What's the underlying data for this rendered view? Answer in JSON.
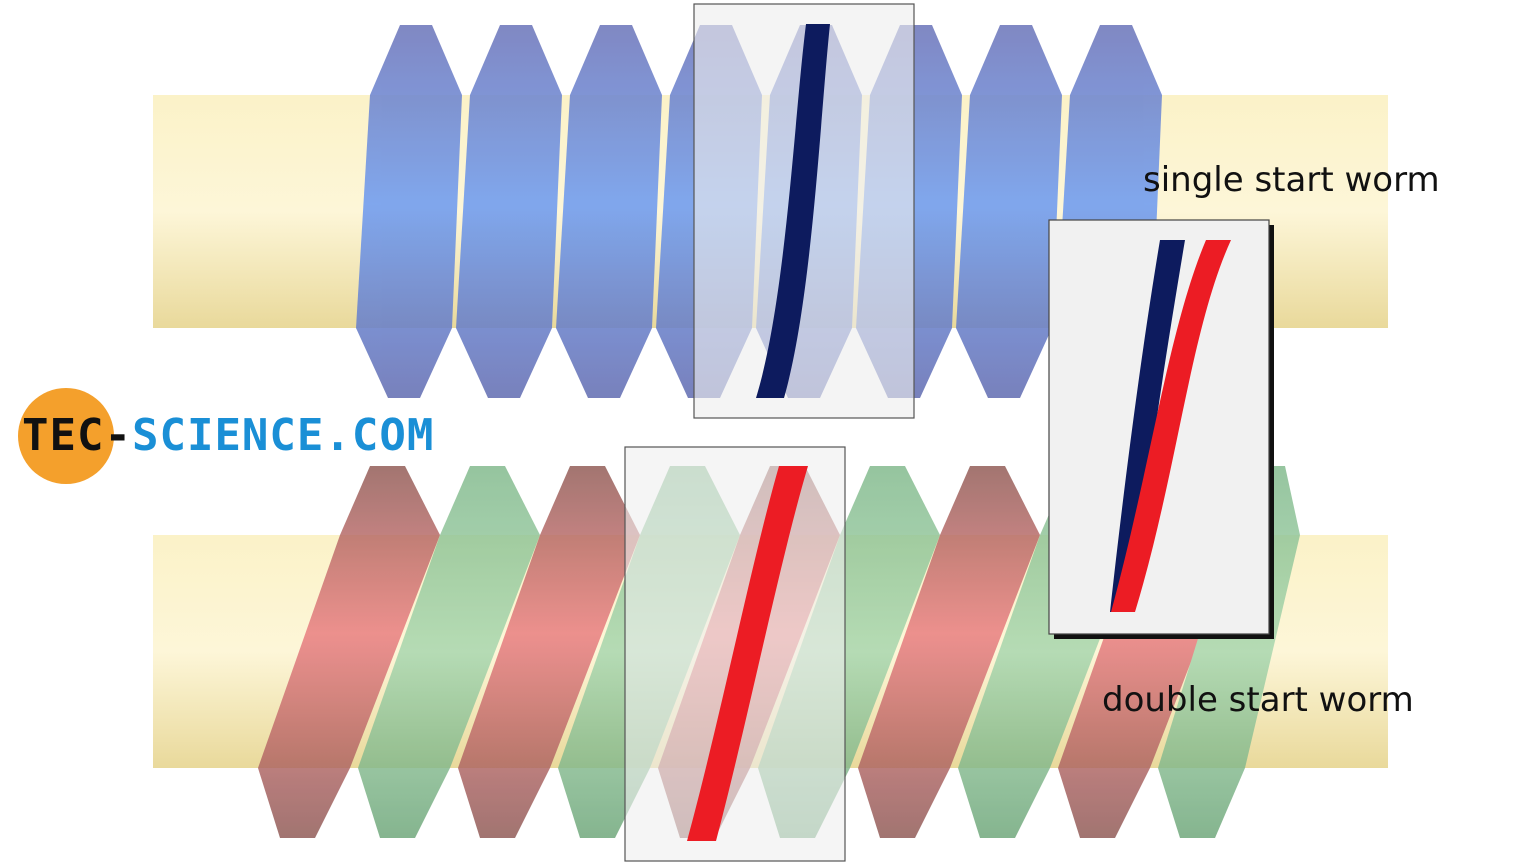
{
  "labels": {
    "single": "single start worm",
    "double": "double start worm"
  },
  "logo": {
    "part1": "TEC-",
    "part2": "SCIENCE.COM",
    "circle_color": "#f4a02c",
    "dark_color": "#111111",
    "accent_color": "#1a8fd6"
  },
  "colors": {
    "shaft": "#f6ebb4",
    "single_thread": "#7b83c6",
    "thread_red": "#a8585a",
    "thread_green": "#5fa86b",
    "helix_navy": "#0d1b5e",
    "helix_red": "#ec1c24",
    "window": "#eeeeee"
  }
}
